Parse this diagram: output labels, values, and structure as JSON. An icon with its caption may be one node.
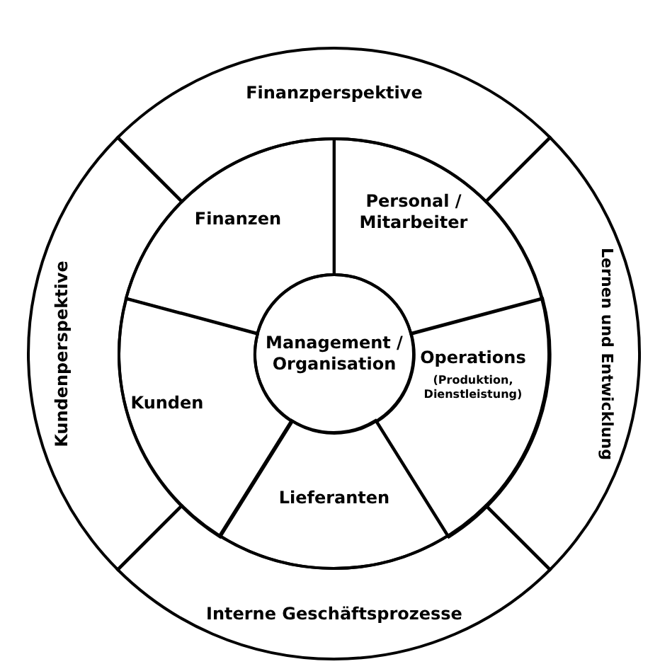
{
  "diagram": {
    "nodes": [
      {
        "text": [
          "Finanzperspektive"
        ]
      },
      {
        "text": [
          "Lernen und Entwicklung"
        ]
      },
      {
        "text": [
          "Interne Geschäftsprozesse"
        ]
      },
      {
        "text": [
          "Kundenperspektive"
        ]
      },
      {
        "text": [
          "Finanzen"
        ]
      },
      {
        "text": [
          "Personal / Mitarbeiter"
        ]
      },
      {
        "text": [
          "Operations",
          "(Produktion, Dienstleistung)"
        ]
      },
      {
        "text": [
          "Lieferanten"
        ]
      },
      {
        "text": [
          "Kunden"
        ]
      },
      {
        "text": [
          "Management / Organisation"
        ]
      }
    ]
  }
}
